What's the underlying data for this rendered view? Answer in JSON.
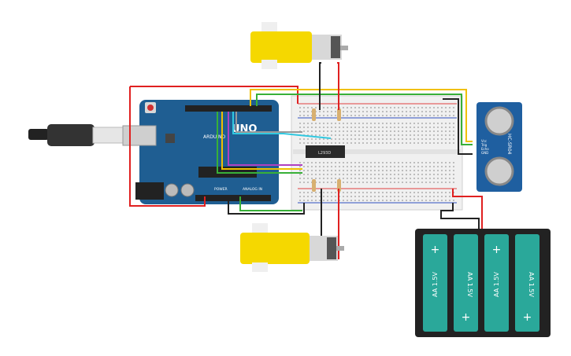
{
  "arduino": {
    "brand": "ARDUINO",
    "model": "UNO",
    "header_power": "POWER",
    "header_analog": "ANALOG IN"
  },
  "chip": {
    "label": "L293D"
  },
  "sensor": {
    "label": "HC-SR04",
    "pins": [
      "Vcc",
      "Trig",
      "Echo",
      "GND"
    ]
  },
  "battery": {
    "cell_label": "AA 1.5V",
    "cell_count": 4,
    "plus": "+",
    "minus": "−"
  },
  "colors": {
    "arduino_blue": "#1f5e92",
    "breadboard": "#f0f0f0",
    "motor_yellow": "#f5d800",
    "battery_green": "#2aa89a",
    "battery_case": "#222222",
    "sensor_blue": "#1f5fa0",
    "wire_red": "#e02020",
    "wire_black": "#222222",
    "wire_yellow": "#f0c000",
    "wire_green": "#38b038",
    "wire_purple": "#b040c0",
    "wire_cyan": "#30c8e0",
    "wire_gray": "#999999"
  }
}
